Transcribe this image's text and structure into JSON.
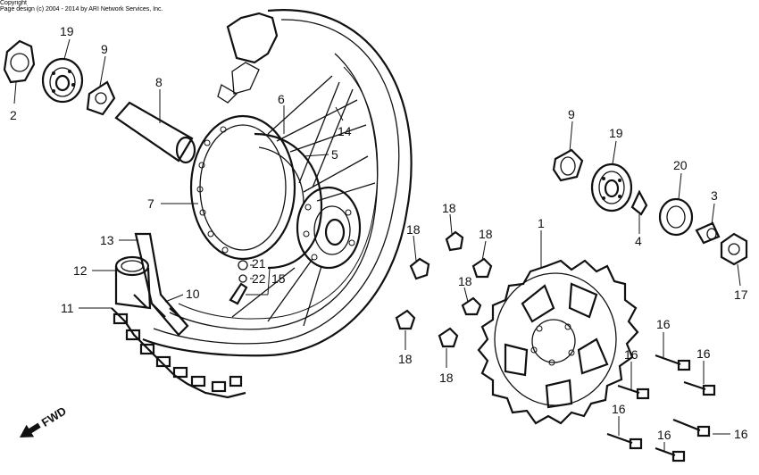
{
  "callouts": [
    {
      "id": "c2",
      "text": "2"
    },
    {
      "id": "c19a",
      "text": "19"
    },
    {
      "id": "c9a",
      "text": "9"
    },
    {
      "id": "c8",
      "text": "8"
    },
    {
      "id": "c6",
      "text": "6"
    },
    {
      "id": "c14",
      "text": "14"
    },
    {
      "id": "c5",
      "text": "5"
    },
    {
      "id": "c7",
      "text": "7"
    },
    {
      "id": "c13",
      "text": "13"
    },
    {
      "id": "c12",
      "text": "12"
    },
    {
      "id": "c11",
      "text": "11"
    },
    {
      "id": "c10",
      "text": "10"
    },
    {
      "id": "c21",
      "text": "21"
    },
    {
      "id": "c22",
      "text": "22"
    },
    {
      "id": "c15",
      "text": "15"
    },
    {
      "id": "c9b",
      "text": "9"
    },
    {
      "id": "c19b",
      "text": "19"
    },
    {
      "id": "c20",
      "text": "20"
    },
    {
      "id": "c3",
      "text": "3"
    },
    {
      "id": "c4",
      "text": "4"
    },
    {
      "id": "c17",
      "text": "17"
    },
    {
      "id": "c1",
      "text": "1"
    },
    {
      "id": "c18a",
      "text": "18"
    },
    {
      "id": "c18b",
      "text": "18"
    },
    {
      "id": "c18c",
      "text": "18"
    },
    {
      "id": "c18d",
      "text": "18"
    },
    {
      "id": "c18e",
      "text": "18"
    },
    {
      "id": "c18f",
      "text": "18"
    },
    {
      "id": "c16a",
      "text": "16"
    },
    {
      "id": "c16b",
      "text": "16"
    },
    {
      "id": "c16c",
      "text": "16"
    },
    {
      "id": "c16d",
      "text": "16"
    },
    {
      "id": "c16e",
      "text": "16"
    },
    {
      "id": "c16f",
      "text": "16"
    }
  ],
  "fwd_label": "FWD",
  "copyright": {
    "line1": "Copyright",
    "line2": "Page design (c) 2004 - 2014 by ARI Network Services, Inc."
  }
}
